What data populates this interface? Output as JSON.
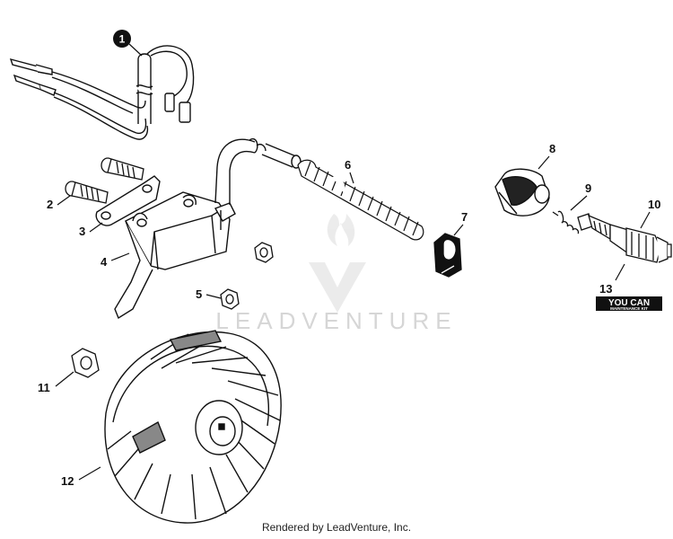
{
  "diagram": {
    "watermark": "LEADVENTURE",
    "footer": "Rendered by LeadVenture, Inc.",
    "callouts": [
      {
        "id": "1",
        "label": "1"
      },
      {
        "id": "2",
        "label": "2"
      },
      {
        "id": "3",
        "label": "3"
      },
      {
        "id": "4",
        "label": "4"
      },
      {
        "id": "5",
        "label": "5"
      },
      {
        "id": "6",
        "label": "6"
      },
      {
        "id": "7",
        "label": "7"
      },
      {
        "id": "8",
        "label": "8"
      },
      {
        "id": "9",
        "label": "9"
      },
      {
        "id": "10",
        "label": "10"
      },
      {
        "id": "11",
        "label": "11"
      },
      {
        "id": "12",
        "label": "12"
      },
      {
        "id": "13",
        "label": "13"
      }
    ],
    "kit_badge": {
      "line1": "YOU CAN",
      "line2": "MAINTENANCE KIT"
    }
  }
}
